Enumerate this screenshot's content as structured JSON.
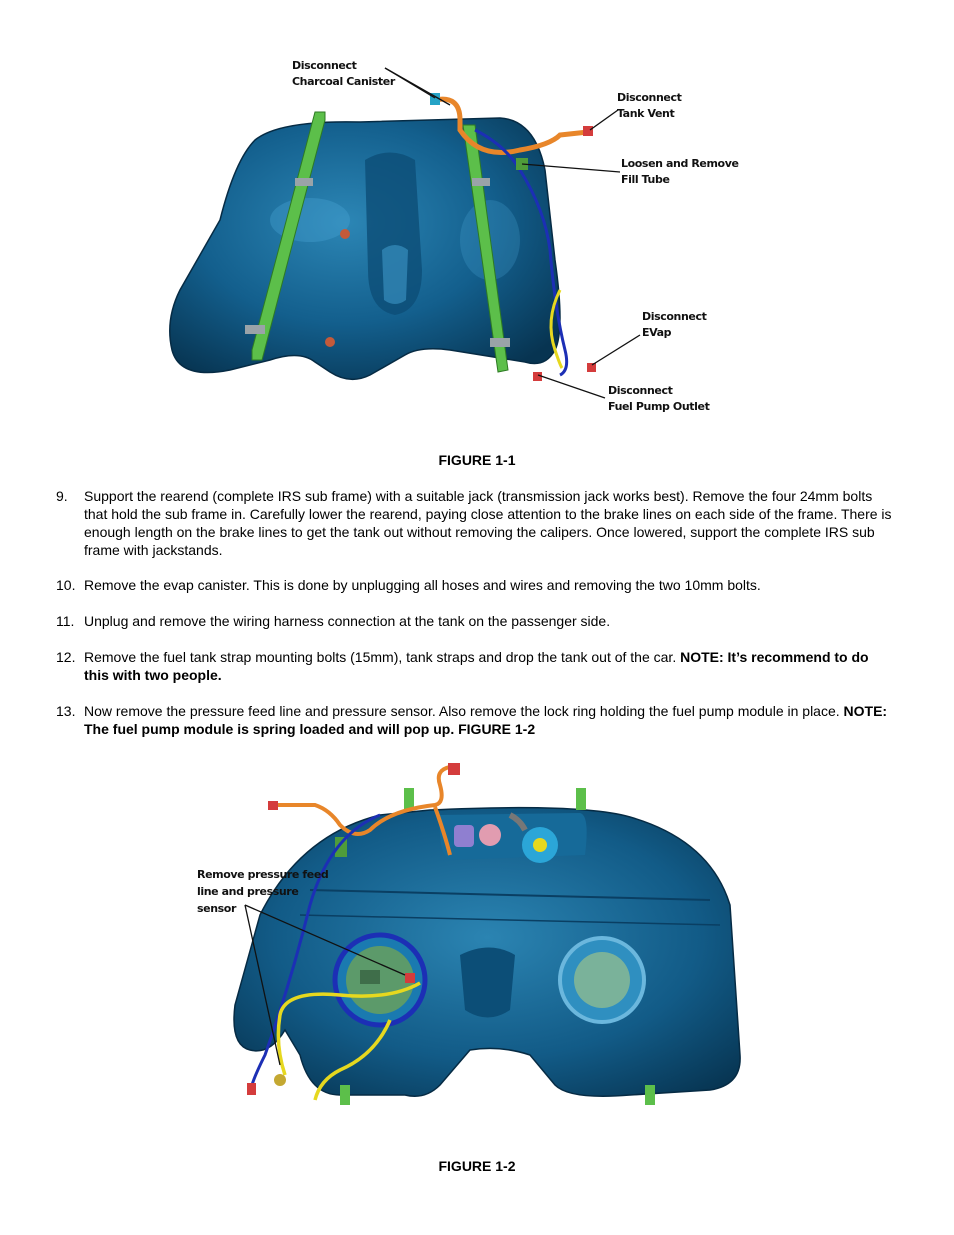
{
  "figure1": {
    "callouts": {
      "charcoal": "Disconnect\nCharcoal Canister",
      "tank_vent": "Disconnect\nTank Vent",
      "fill_tube": "Loosen and Remove\nFill Tube",
      "evap": "Disconnect\nEVap",
      "fuel_pump_outlet": "Disconnect\nFuel Pump Outlet"
    },
    "caption": "FIGURE 1-1"
  },
  "steps": [
    {
      "num": "9.",
      "text": "Support the rearend (complete IRS sub frame) with a suitable jack (transmission jack works best).  Remove the four 24mm bolts that hold the sub frame in.  Carefully lower the rearend, paying close attention to the brake lines on each side of the frame. There is enough length on the brake lines to get the tank out without removing the calipers.  Once lowered, support the complete IRS sub frame with jackstands.",
      "note": ""
    },
    {
      "num": "10.",
      "text": "Remove the evap canister.  This is done by unplugging all hoses and wires and removing the two 10mm bolts.",
      "note": ""
    },
    {
      "num": "11.",
      "text": "Unplug and remove the wiring harness connection at the tank on the passenger side.",
      "note": ""
    },
    {
      "num": "12.",
      "text": "Remove the fuel tank strap mounting bolts (15mm), tank straps and drop the tank out of the car.  ",
      "note": "NOTE: It’s recommend to do this with two people."
    },
    {
      "num": "13.",
      "text": "Now remove the pressure feed line and pressure sensor.  Also remove the lock ring holding the fuel pump module in place.  ",
      "note": "NOTE: The fuel pump module is spring loaded and will pop up.  FIGURE 1-2"
    }
  ],
  "figure2": {
    "callout": "Remove pressure feed\nline and pressure\nsensor",
    "caption": "FIGURE 1-2"
  },
  "colors": {
    "tank": "#0f5f8c",
    "tank_dark": "#0a3f63",
    "strap": "#5cbf4a",
    "orange_line": "#e8862a",
    "blue_line": "#1c2fb5",
    "yellow_line": "#e6d81f"
  }
}
